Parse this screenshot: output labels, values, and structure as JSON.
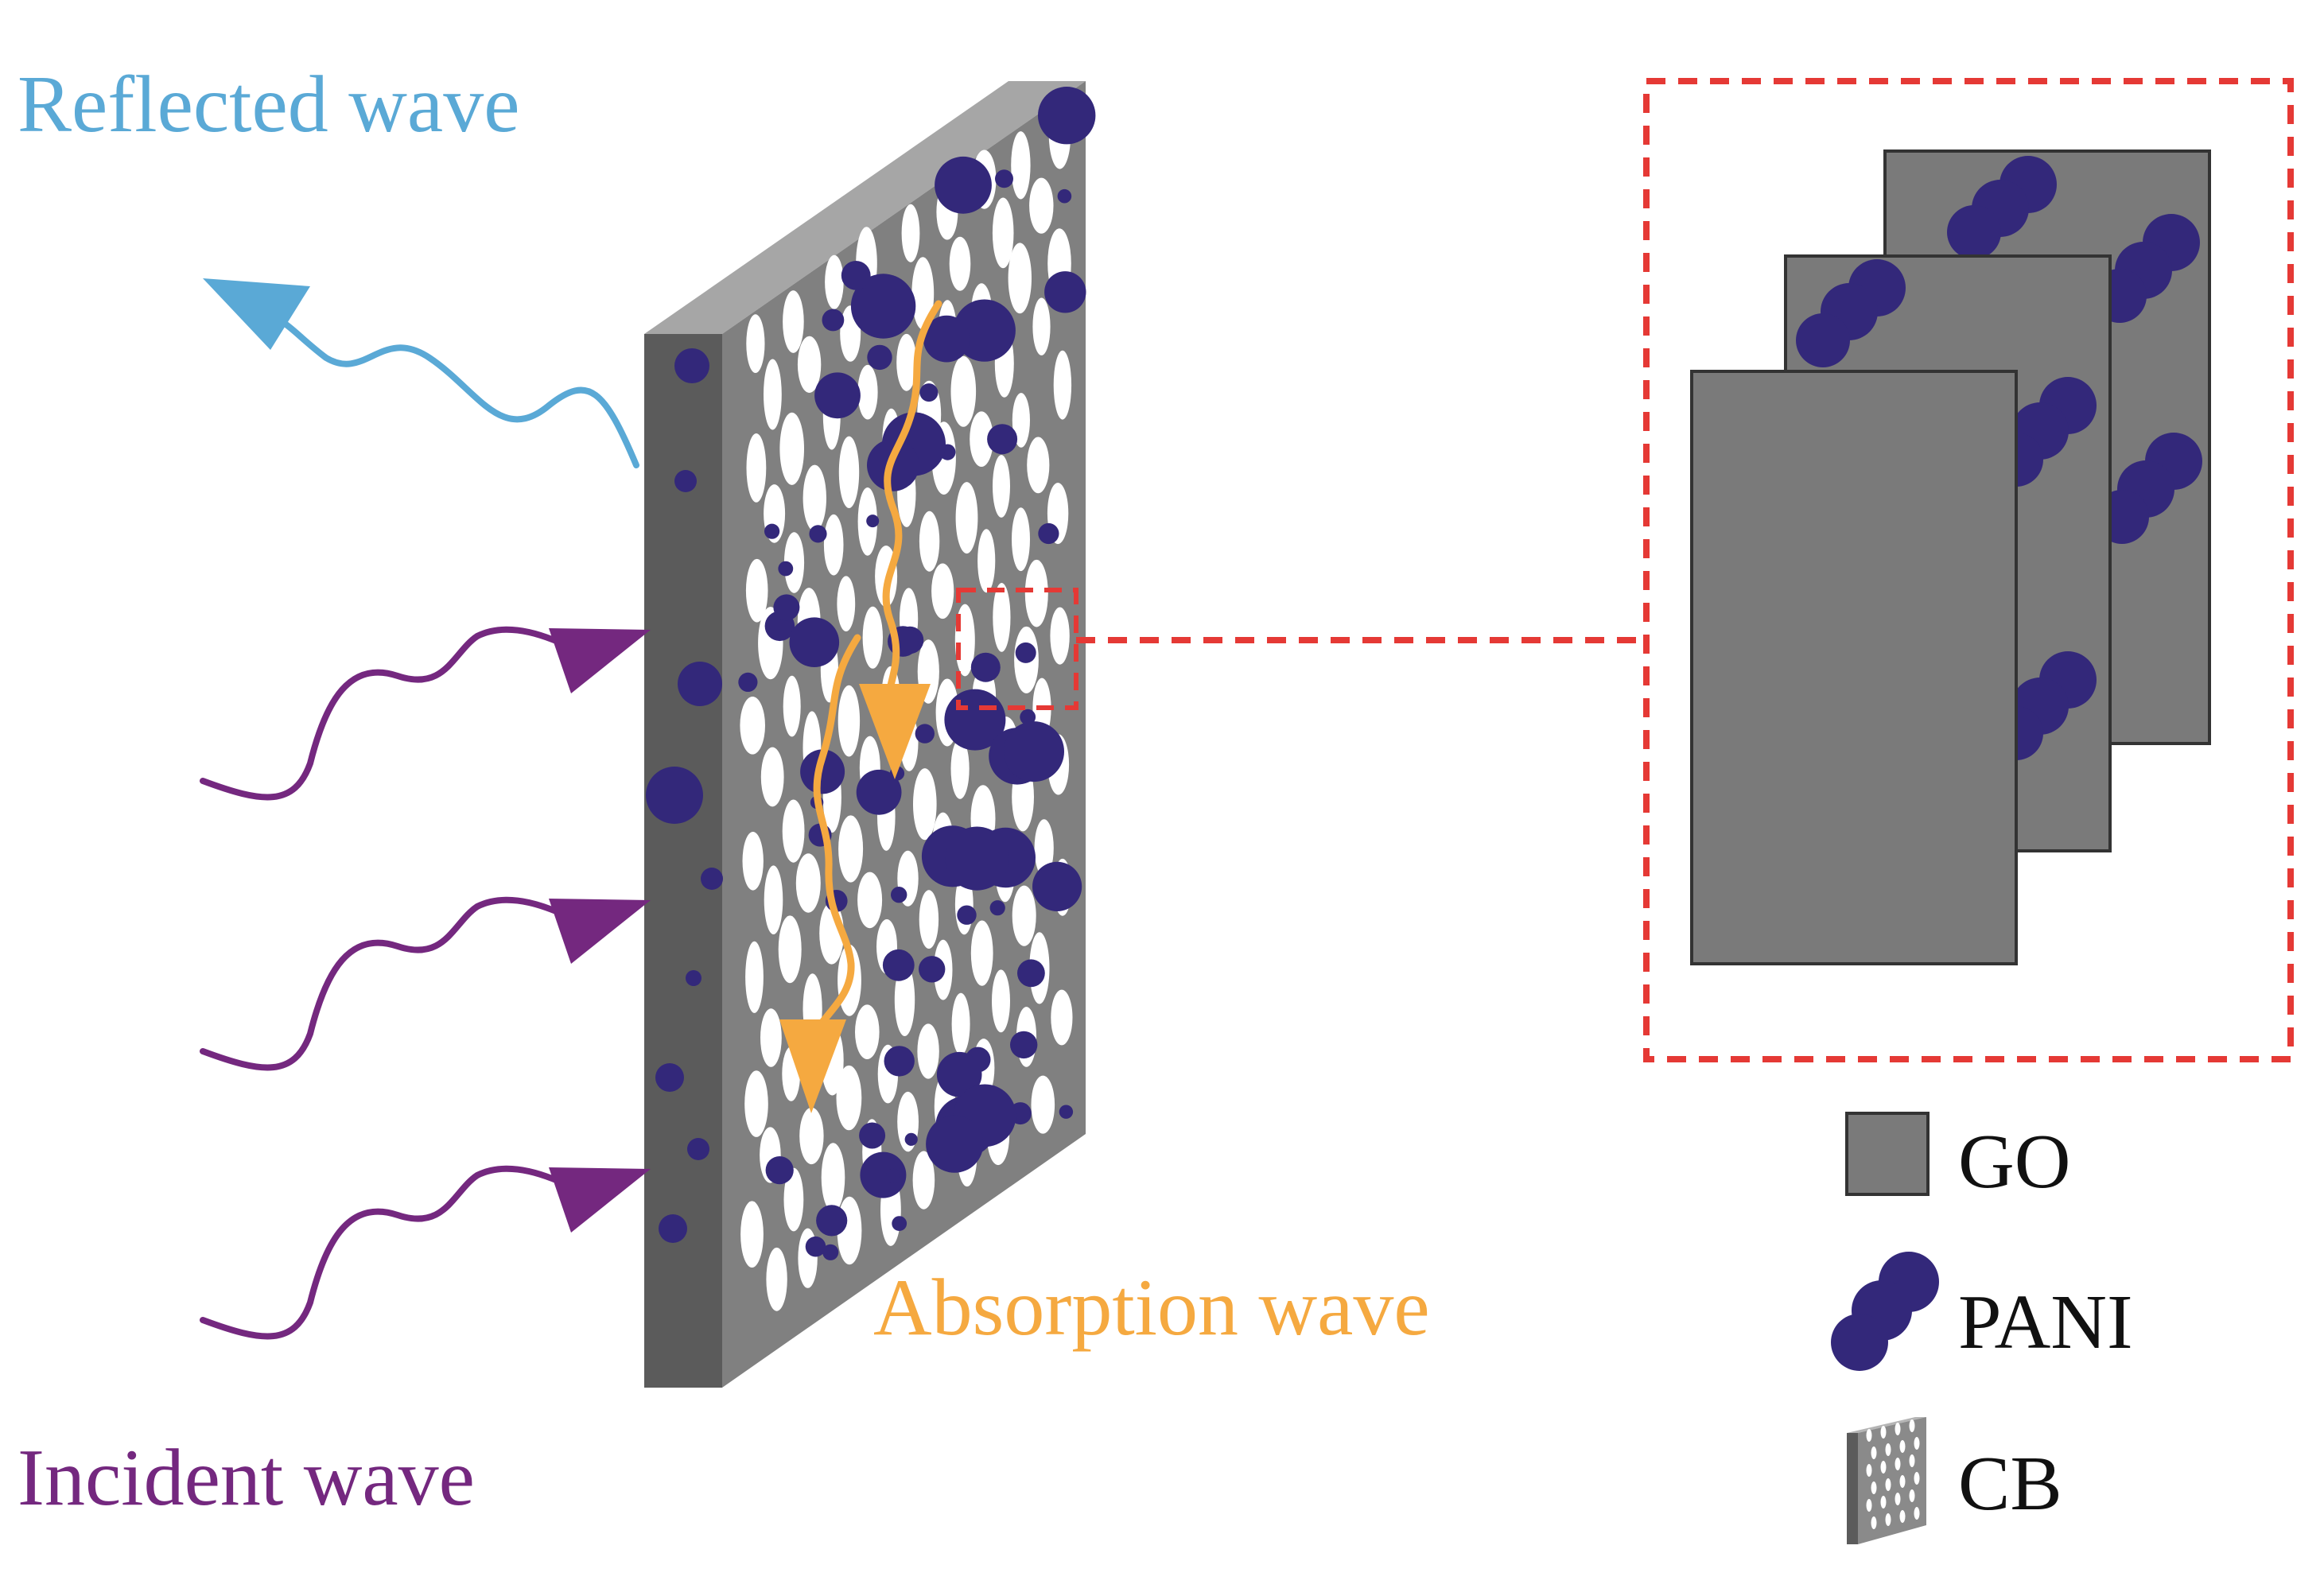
{
  "labels": {
    "reflected": "Reflected wave",
    "incident": "Incident wave",
    "absorption": "Absorption wave"
  },
  "legend": [
    {
      "key": "go",
      "label": "GO"
    },
    {
      "key": "pani",
      "label": "PANI"
    },
    {
      "key": "cb",
      "label": "CB"
    }
  ],
  "colors": {
    "reflected": "#5aa9d6",
    "incident": "#74287f",
    "absorption": "#f5a940",
    "panel_face": "#808080",
    "panel_side": "#5b5b5b",
    "panel_top": "#a6a6a6",
    "pani": "#33287a",
    "go": "#7a7a7a",
    "zoom_box": "#e53935"
  },
  "icons": {
    "reflected": "wavy-arrow-icon",
    "incident": "wavy-arrow-icon",
    "absorption": "wavy-arrow-icon",
    "go": "gray-square-icon",
    "pani": "chain-dots-icon",
    "cb": "porous-panel-icon"
  }
}
